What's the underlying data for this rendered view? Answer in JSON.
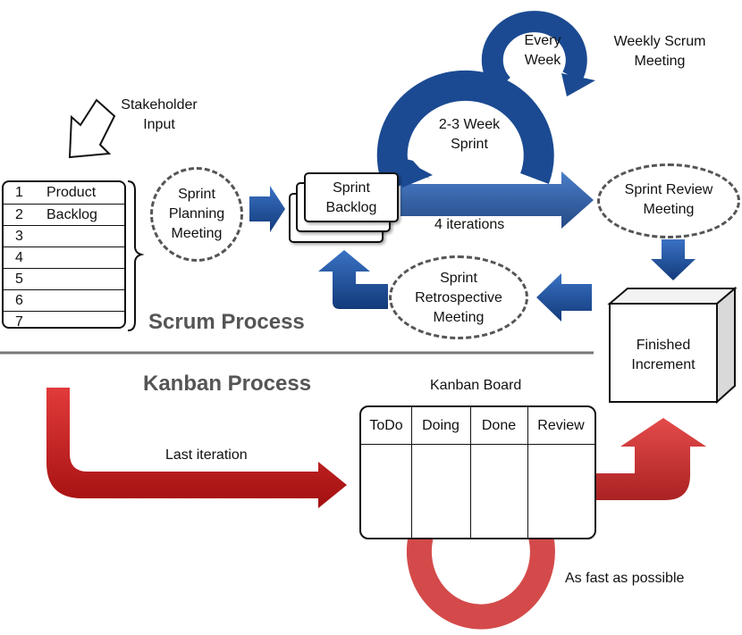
{
  "scrum": {
    "stakeholder_input": [
      "Stakeholder",
      "Input"
    ],
    "product_backlog": {
      "rows": [
        "1",
        "2",
        "3",
        "4",
        "5",
        "6",
        "7"
      ],
      "label": [
        "Product",
        "Backlog"
      ]
    },
    "sprint_planning": [
      "Sprint",
      "Planning",
      "Meeting"
    ],
    "sprint_backlog": [
      "Sprint",
      "Backlog"
    ],
    "sprint_cycle": [
      "2-3 Week",
      "Sprint"
    ],
    "every_week": [
      "Every",
      "Week"
    ],
    "weekly_scrum": [
      "Weekly Scrum",
      "Meeting"
    ],
    "iterations": "4 iterations",
    "sprint_review": [
      "Sprint Review",
      "Meeting"
    ],
    "retrospective": [
      "Sprint",
      "Retrospective",
      "Meeting"
    ],
    "finished_increment": [
      "Finished",
      "Increment"
    ],
    "title": "Scrum Process"
  },
  "kanban": {
    "title": "Kanban Process",
    "last_iteration": "Last iteration",
    "board_title": "Kanban Board",
    "columns": [
      "ToDo",
      "Doing",
      "Done",
      "Review"
    ],
    "as_fast_as_possible": "As fast as possible"
  },
  "colors": {
    "scrum_blue": "#1a4d96",
    "kanban_red": "#cc1f1f",
    "divider": "#777777"
  }
}
